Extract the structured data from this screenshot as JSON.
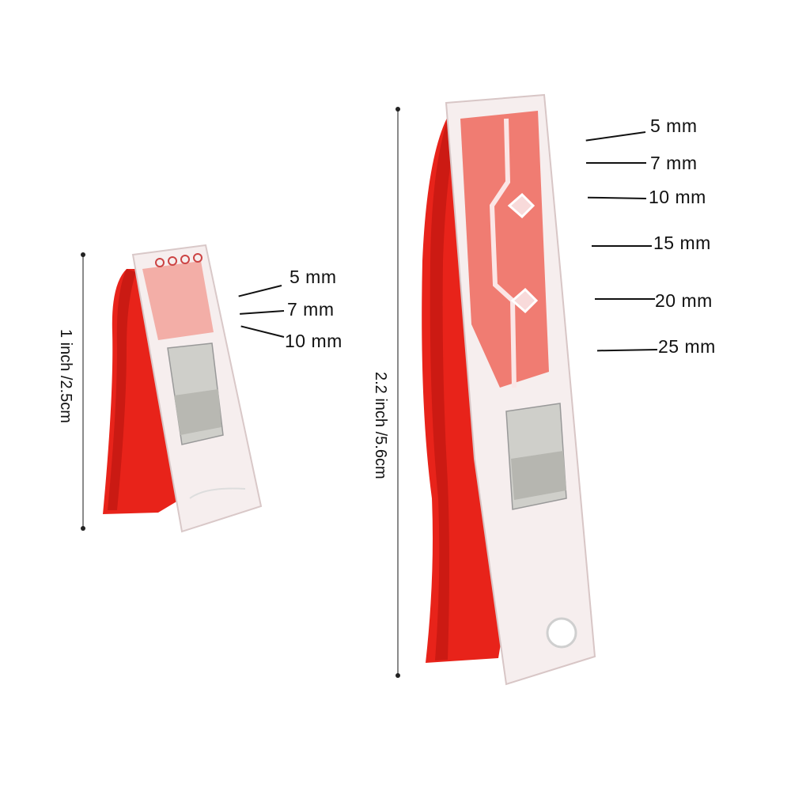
{
  "image": {
    "subject": "Two red and clear plastic sewing clips with measurement markings",
    "colors": {
      "background": "#ffffff",
      "clip_red": "#e8231a",
      "clip_red_dark": "#b5140f",
      "clear_plastic": "#f4eeee",
      "metal_spring": "#c9c9c4"
    }
  },
  "small_clip": {
    "height_label": "1 inch /2.5cm",
    "markings": [
      {
        "label": "5 mm"
      },
      {
        "label": "7 mm"
      },
      {
        "label": "10 mm"
      }
    ]
  },
  "large_clip": {
    "height_label": "2.2 inch /5.6cm",
    "markings": [
      {
        "label": "5 mm"
      },
      {
        "label": "7 mm"
      },
      {
        "label": "10 mm"
      },
      {
        "label": "15 mm"
      },
      {
        "label": "20 mm"
      },
      {
        "label": "25 mm"
      }
    ]
  }
}
